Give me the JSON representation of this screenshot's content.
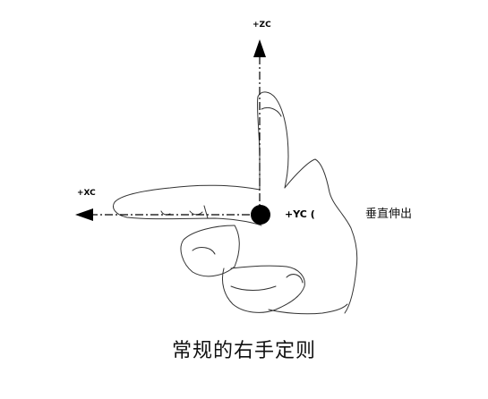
{
  "axes": {
    "z_label": "+ZC",
    "x_label": "+XC",
    "y_label": "+YC ("
  },
  "side_note": "垂直伸出",
  "caption": "常规的右手定则",
  "icons": [
    "hand-illustration",
    "arrow-up-icon",
    "arrow-left-icon",
    "origin-dot-icon"
  ],
  "colors": {
    "line": "#000000",
    "hand_outline": "#333333",
    "background": "#ffffff"
  }
}
